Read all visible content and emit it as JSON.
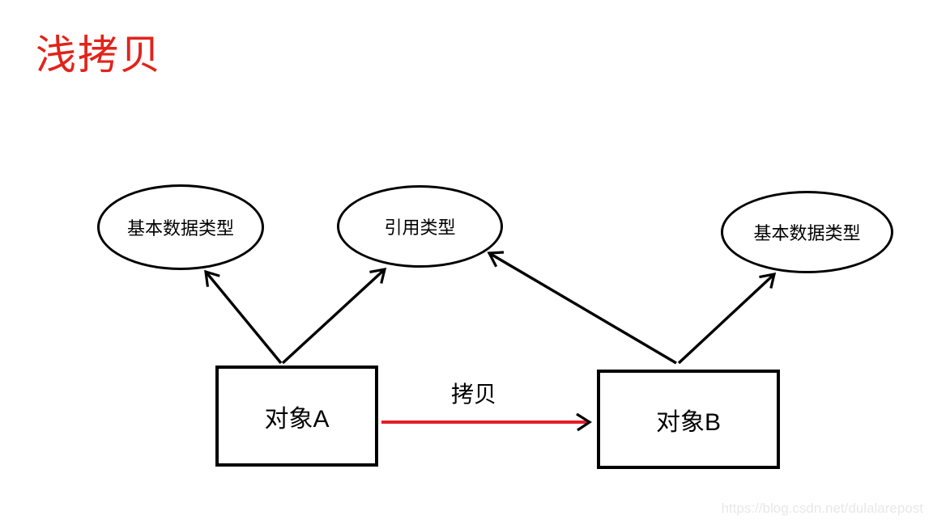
{
  "title": "浅拷贝",
  "diagram": {
    "ellipses": [
      {
        "label": "基本数据类型"
      },
      {
        "label": "引用类型"
      },
      {
        "label": "基本数据类型"
      }
    ],
    "boxes": [
      {
        "label": "对象A"
      },
      {
        "label": "对象B"
      }
    ],
    "copy_arrow": {
      "label": "拷贝"
    }
  },
  "colors": {
    "title_red": "#e2231a",
    "copy_arrow_red": "#e41e26",
    "line_black": "#000000"
  },
  "watermark": "https://blog.csdn.net/dulalarepost"
}
